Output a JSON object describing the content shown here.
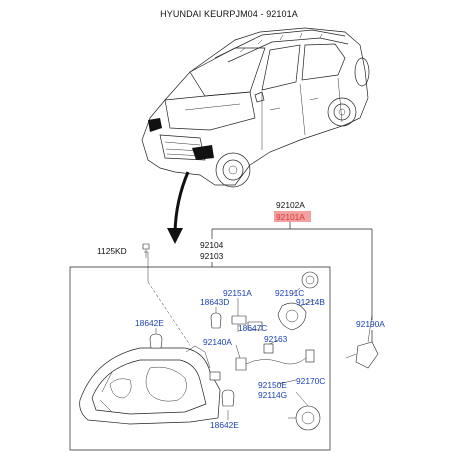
{
  "title": "HYUNDAI KEURPJM04 - 92101A",
  "labels": {
    "p92102A": "92102A",
    "p92101A": "92101A",
    "p92104": "92104",
    "p92103": "92103",
    "p1125KD": "1125KD",
    "p92151A": "92151A",
    "p92191C": "92191C",
    "p18643D": "18643D",
    "p91214B": "91214B",
    "p18647C": "18647C",
    "p18642E_top": "18642E",
    "p92140A": "92140A",
    "p92163": "92163",
    "p92190A": "92190A",
    "p92150E": "92150E",
    "p92114G": "92114G",
    "p92170C": "92170C",
    "p18642E_bottom": "18642E"
  },
  "colors": {
    "label_blue": "#1a3fb5",
    "highlight": "#f2a0a0",
    "line": "#222222"
  }
}
